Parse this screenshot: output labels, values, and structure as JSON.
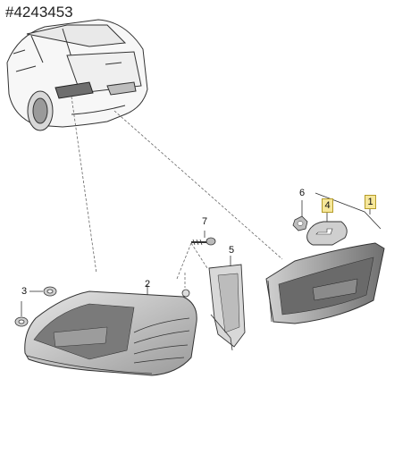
{
  "diagram_title": "#4243453",
  "callouts": {
    "c1": "1",
    "c2": "2",
    "c3": "3",
    "c4": "4",
    "c5": "5",
    "c6": "6",
    "c7": "7"
  },
  "colors": {
    "highlight_fill": "#f6e79a",
    "highlight_border": "#b59c2a",
    "line": "#333333",
    "lamp_dark": "#6a6a6a",
    "lamp_light": "#bdbdbd"
  }
}
